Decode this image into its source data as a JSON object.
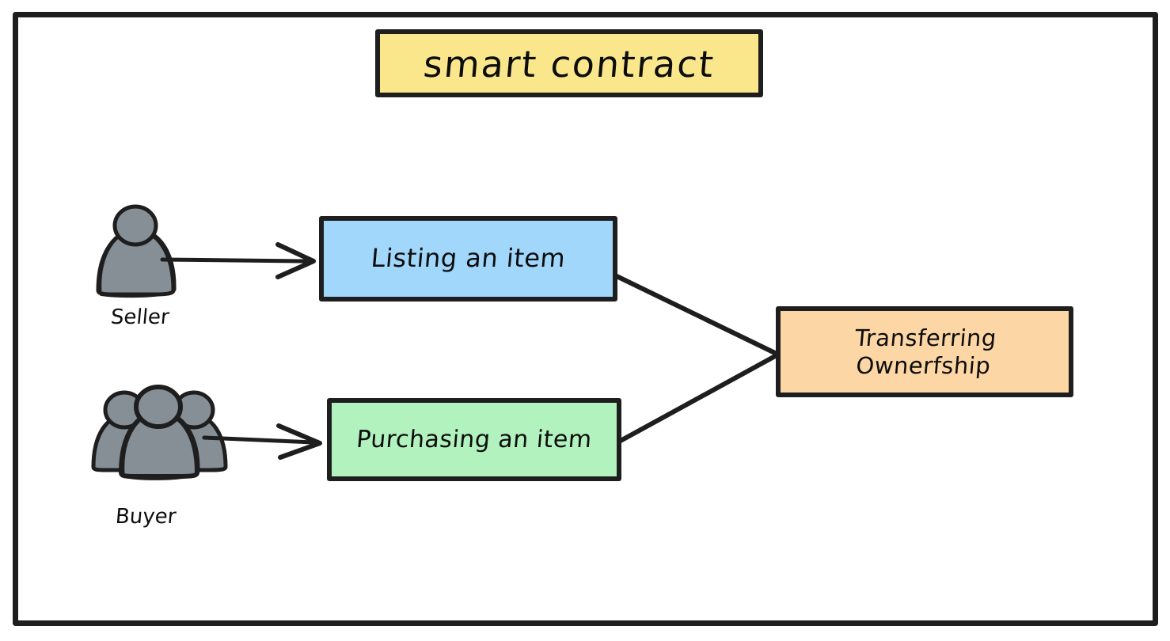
{
  "diagram": {
    "frame": {
      "border_color": "#1e1e1e",
      "background": "#ffffff"
    },
    "title": {
      "text": "smart contract",
      "fill": "#fae78c",
      "stroke": "#1e1e1e"
    },
    "actors": [
      {
        "id": "seller",
        "label": "Seller",
        "icon": "single-person-icon",
        "fill": "#868e96",
        "stroke": "#1e1e1e"
      },
      {
        "id": "buyer",
        "label": "Buyer",
        "icon": "group-of-people-icon",
        "fill": "#868e96",
        "stroke": "#1e1e1e"
      }
    ],
    "nodes": [
      {
        "id": "listing",
        "text": "Listing an item",
        "fill": "#a2d7fc",
        "stroke": "#1e1e1e"
      },
      {
        "id": "purchasing",
        "text": "Purchasing an item",
        "fill": "#b2f2be",
        "stroke": "#1e1e1e"
      },
      {
        "id": "transferring",
        "text_line1": "Transferring",
        "text_line2": "Ownerfship",
        "fill": "#fcd6a4",
        "stroke": "#1e1e1e"
      }
    ],
    "edges": [
      {
        "id": "seller-to-listing",
        "from": "seller",
        "to": "listing",
        "arrowhead": "open-v"
      },
      {
        "id": "buyer-to-purchasing",
        "from": "buyer",
        "to": "purchasing",
        "arrowhead": "open-v"
      },
      {
        "id": "listing-to-transferring",
        "from": "listing",
        "to": "transferring",
        "arrowhead": "none"
      },
      {
        "id": "purchasing-to-transferring",
        "from": "purchasing",
        "to": "transferring",
        "arrowhead": "none"
      }
    ]
  }
}
